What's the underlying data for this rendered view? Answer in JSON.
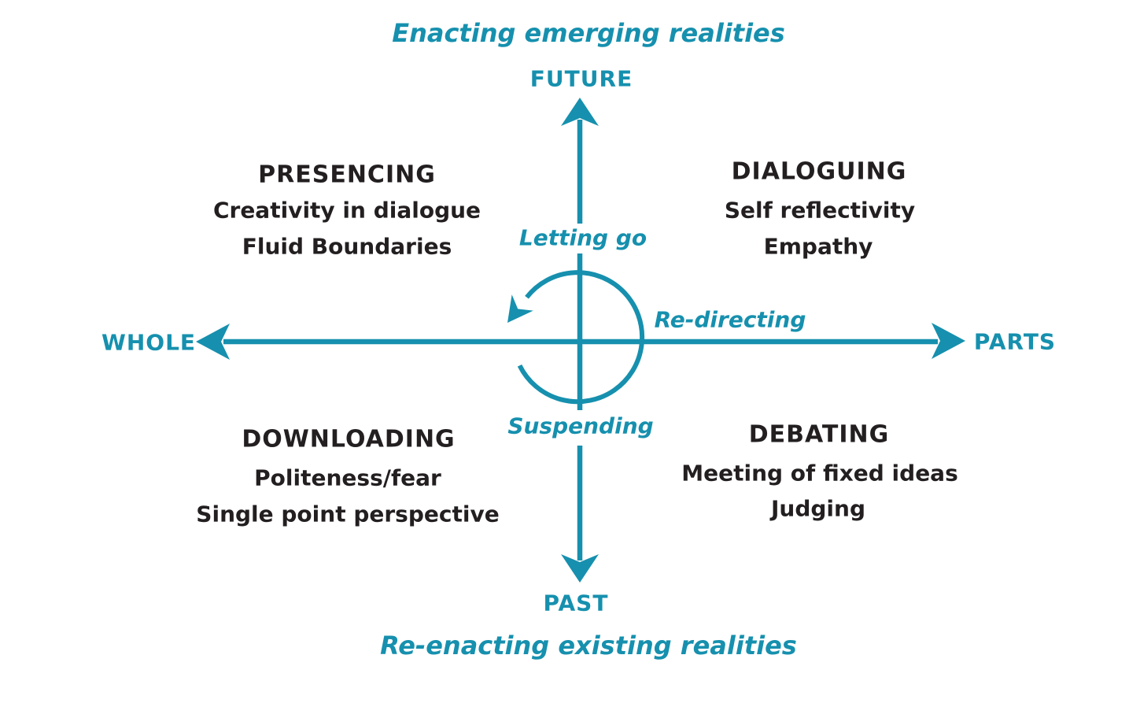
{
  "colors": {
    "accent_teal": "#1690AE",
    "text_black": "#231F20",
    "background": "#FFFFFF"
  },
  "axes": {
    "top_caption": "Enacting emerging realities",
    "north": "FUTURE",
    "south": "PAST",
    "west": "WHOLE",
    "east": "PARTS",
    "bottom_caption": "Re-enacting existing realities"
  },
  "cycle": {
    "top": "Letting go",
    "right": "Re-directing",
    "bottom": "Suspending"
  },
  "quadrants": {
    "top_left": {
      "title": "PRESENCING",
      "lines": [
        "Creativity in dialogue",
        "Fluid Boundaries"
      ]
    },
    "top_right": {
      "title": "DIALOGUING",
      "lines": [
        "Self reflectivity",
        "Empathy"
      ]
    },
    "bottom_left": {
      "title": "DOWNLOADING",
      "lines": [
        "Politeness/fear",
        "Single point perspective"
      ]
    },
    "bottom_right": {
      "title": "DEBATING",
      "lines": [
        "Meeting of fixed ideas",
        "Judging"
      ]
    }
  }
}
